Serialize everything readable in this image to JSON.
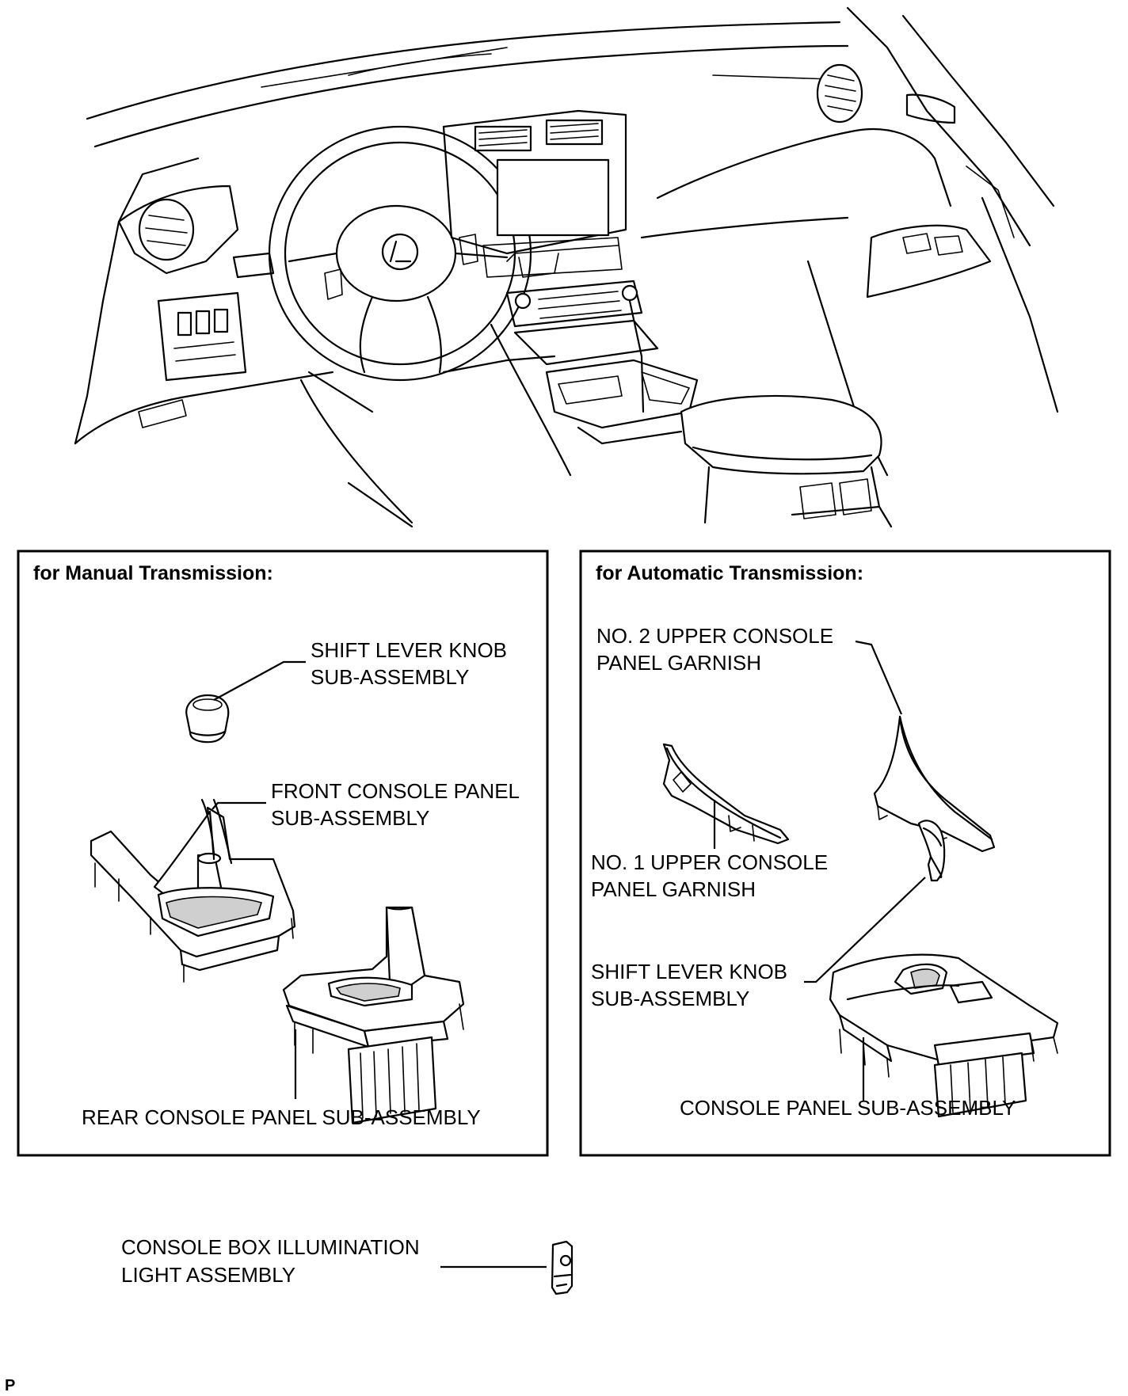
{
  "manual_box": {
    "header": "for Manual Transmission:",
    "shift_knob": [
      "SHIFT LEVER KNOB",
      "SUB-ASSEMBLY"
    ],
    "front_panel": [
      "FRONT CONSOLE PANEL",
      "SUB-ASSEMBLY"
    ],
    "rear_panel": [
      "REAR CONSOLE PANEL SUB-ASSEMBLY"
    ]
  },
  "automatic_box": {
    "header": "for Automatic Transmission:",
    "no2_garnish": [
      "NO. 2 UPPER CONSOLE",
      "PANEL GARNISH"
    ],
    "no1_garnish": [
      "NO. 1 UPPER CONSOLE",
      "PANEL GARNISH"
    ],
    "shift_knob": [
      "SHIFT LEVER KNOB",
      "SUB-ASSEMBLY"
    ],
    "console_panel": [
      "CONSOLE PANEL SUB-ASSEMBLY"
    ]
  },
  "illumination": [
    "CONSOLE BOX ILLUMINATION",
    "LIGHT ASSEMBLY"
  ],
  "corner_mark": "P"
}
